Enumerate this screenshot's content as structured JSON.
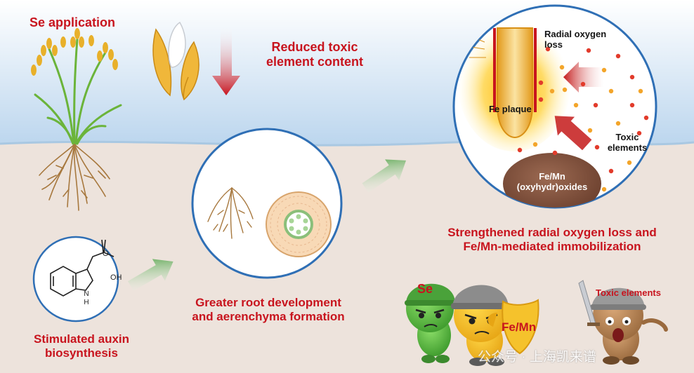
{
  "labels": {
    "se_application": "Se application",
    "reduced_toxic": [
      "Reduced toxic",
      "element content"
    ],
    "radial_oxygen_loss": [
      "Radial oxygen",
      "loss"
    ],
    "fe_plaque": "Fe plaque",
    "toxic_elements_circle": [
      "Toxic",
      "elements"
    ],
    "fe_mn_oxides": [
      "Fe/Mn",
      "(oxyhydr)oxides"
    ],
    "strengthened": [
      "Strengthened radial oxygen loss and",
      "Fe/Mn-mediated immobilization"
    ],
    "root_development": [
      "Greater root development",
      "and aerenchyma formation"
    ],
    "auxin": [
      "Stimulated auxin",
      "biosynthesis"
    ],
    "molecule_oh": "OH",
    "molecule_o": "O",
    "molecule_h": "H",
    "molecule_n": "N",
    "character_se": "Se",
    "character_femn": "Fe/Mn",
    "character_toxic": "Toxic elements",
    "watermark": "公众号 · 上海凯来谱"
  },
  "colors": {
    "title_red": "#c8141e",
    "sky": "#c6def0",
    "soil": "#ede3dc",
    "circle_border": "#2f6fb5",
    "arrow_green": "#4a9a3a",
    "oxide_brown": "#8a5a44"
  }
}
